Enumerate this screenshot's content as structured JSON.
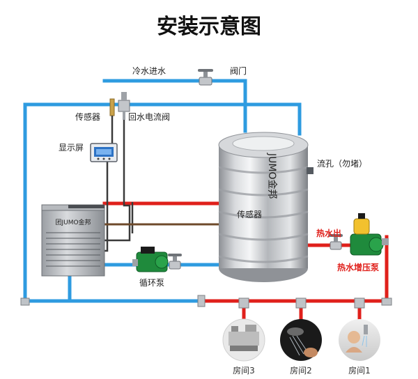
{
  "title": "安装示意图",
  "labels": {
    "cold_inlet": "冷水进水",
    "valve": "阀门",
    "sensor_top": "传感器",
    "return_valve": "回水电流阀",
    "display": "显示屏",
    "drain": "流孔（勿堵）",
    "sensor_tank": "传感器",
    "hot_out": "热水出",
    "booster_pump": "热水增压泵",
    "circ_pump": "循环泵"
  },
  "brand": {
    "name": "金邦",
    "logo_text": "团JUMO金邦",
    "unit_text": "JUMO金邦"
  },
  "rooms": [
    "房间3",
    "房间2",
    "房间1"
  ],
  "colors": {
    "cold_pipe": "#2e9be0",
    "hot_pipe": "#e0201b",
    "pump_green": "#1f8a3c",
    "label_red": "#e0201b",
    "tank_steel": "#b9bcc0"
  }
}
